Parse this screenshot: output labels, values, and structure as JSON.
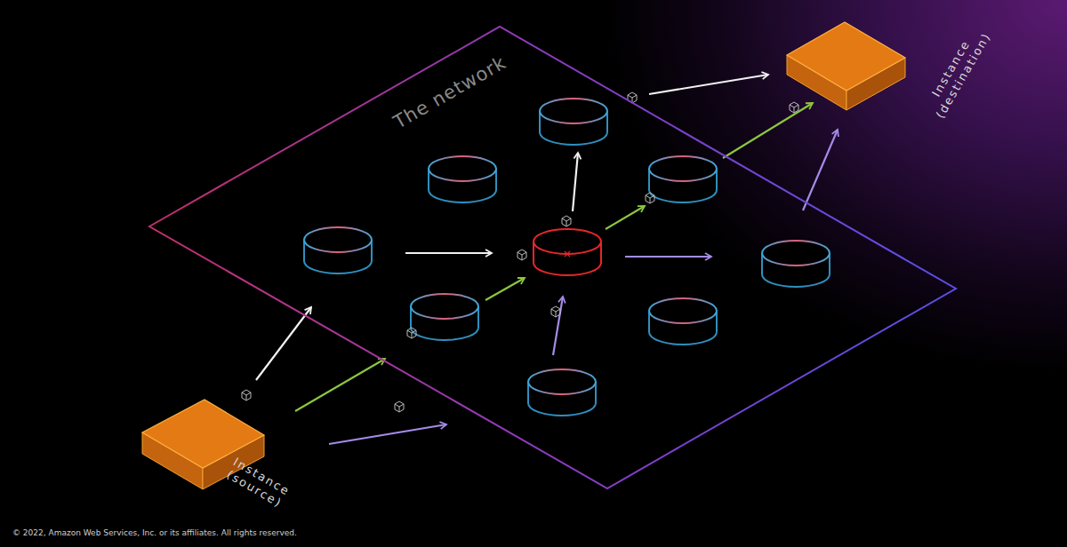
{
  "diagram": {
    "nodes": [
      {
        "text": [
          "The network"
        ]
      },
      {
        "text": [
          "Instance (source)"
        ]
      },
      {
        "text": [
          "Instance (destination)"
        ]
      }
    ],
    "labels": [
      "© 2022, Amazon Web Services, Inc. or its affiliates. All rights reserved."
    ]
  }
}
